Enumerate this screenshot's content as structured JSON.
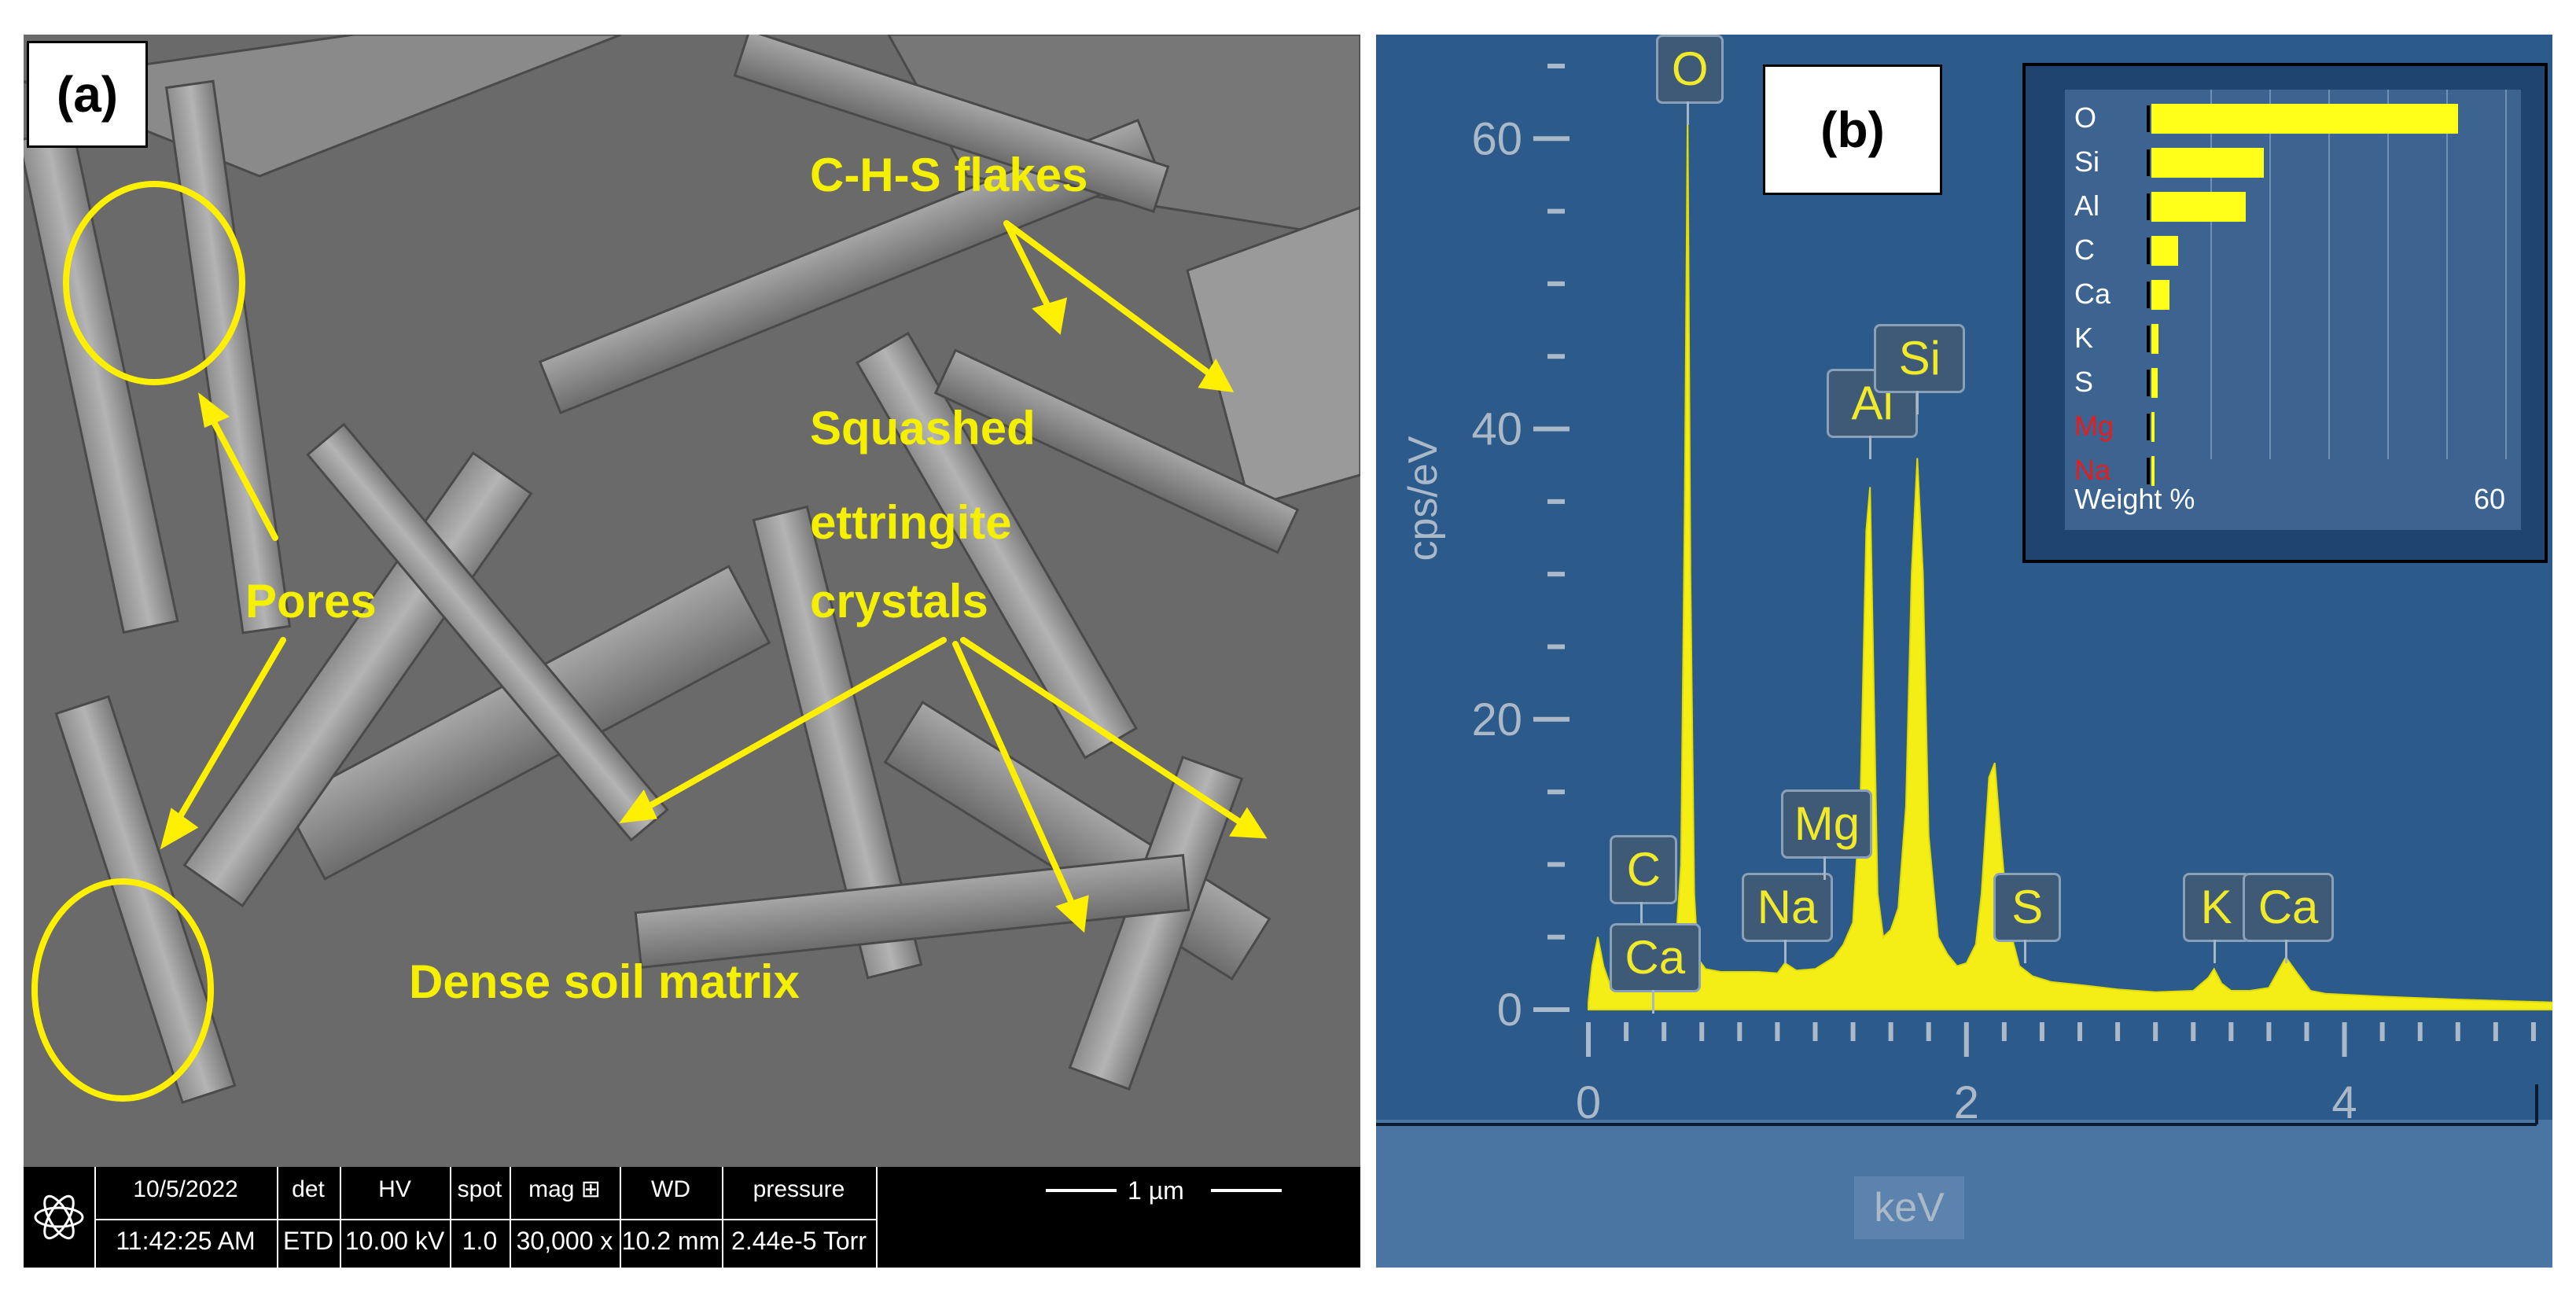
{
  "panel_a": {
    "label": "(a)",
    "annotations": {
      "csh": "C-H-S flakes",
      "ett1": "Squashed",
      "ett2": "ettringite",
      "ett3": "crystals",
      "pores": "Pores",
      "dense": "Dense soil matrix"
    },
    "databar": {
      "date": "10/5/2022",
      "time": "11:42:25 AM",
      "det_label": "det",
      "det_value": "ETD",
      "hv_label": "HV",
      "hv_value": "10.00 kV",
      "spot_label": "spot",
      "spot_value": "1.0",
      "mag_label": "mag ⊞",
      "mag_value": "30,000 x",
      "wd_label": "WD",
      "wd_value": "10.2 mm",
      "pressure_label": "pressure",
      "pressure_value": "2.44e-5 Torr",
      "scale_bar": "1 µm"
    }
  },
  "panel_b": {
    "label": "(b)"
  },
  "chart_data": [
    {
      "type": "line",
      "title": "",
      "xlabel": "keV",
      "ylabel": "cps/eV",
      "xlim": [
        0,
        5.1
      ],
      "ylim": [
        0,
        65
      ],
      "x_ticks": [
        0,
        2,
        4
      ],
      "y_ticks": [
        0,
        20,
        40,
        60
      ],
      "fill": true,
      "series": [
        {
          "x": [
            0,
            0.02,
            0.05,
            0.08,
            0.12,
            0.18,
            0.22,
            0.26,
            0.28,
            0.3,
            0.34,
            0.38,
            0.42,
            0.46,
            0.49,
            0.51,
            0.525,
            0.54,
            0.56,
            0.58,
            0.62,
            0.7,
            0.8,
            0.9,
            1.0,
            1.04,
            1.1,
            1.2,
            1.25,
            1.3,
            1.35,
            1.4,
            1.44,
            1.47,
            1.49,
            1.51,
            1.53,
            1.56,
            1.6,
            1.64,
            1.68,
            1.71,
            1.74,
            1.77,
            1.8,
            1.85,
            1.9,
            1.95,
            2.0,
            2.05,
            2.08,
            2.12,
            2.15,
            2.18,
            2.22,
            2.28,
            2.35,
            2.45,
            2.6,
            2.8,
            3.0,
            3.2,
            3.28,
            3.31,
            3.35,
            3.4,
            3.5,
            3.6,
            3.69,
            3.75,
            3.82,
            3.9,
            4.2,
            4.6,
            5.1
          ],
          "y": [
            0.5,
            3,
            5,
            3,
            1.5,
            1.8,
            2.2,
            2.8,
            2.2,
            1.6,
            2.2,
            2.6,
            3,
            4,
            10,
            35,
            62,
            30,
            8,
            3.5,
            2.8,
            2.6,
            2.6,
            2.6,
            2.5,
            3.2,
            2.7,
            2.8,
            3.2,
            3.6,
            4.5,
            6,
            15,
            33,
            36,
            22,
            8,
            5,
            5.5,
            7,
            14,
            30,
            38,
            30,
            12,
            5,
            3.8,
            3,
            3.2,
            4.5,
            8,
            16,
            17,
            12,
            6,
            3,
            2.3,
            1.9,
            1.7,
            1.4,
            1.2,
            1.3,
            2.2,
            2.8,
            1.8,
            1.3,
            1.3,
            1.5,
            3.6,
            2.5,
            1.3,
            1.1,
            0.9,
            0.7,
            0.5
          ]
        }
      ],
      "peak_labels": [
        {
          "text": "O",
          "x": 0.525,
          "y": 62
        },
        {
          "text": "C",
          "x": 0.28,
          "y": 2.8
        },
        {
          "text": "Ca",
          "x": 0.34,
          "y": 2.2
        },
        {
          "text": "Na",
          "x": 1.04,
          "y": 3.2
        },
        {
          "text": "Mg",
          "x": 1.25,
          "y": 3.2
        },
        {
          "text": "Al",
          "x": 1.49,
          "y": 36
        },
        {
          "text": "Si",
          "x": 1.74,
          "y": 38
        },
        {
          "text": "S",
          "x": 2.31,
          "y": 2.8
        },
        {
          "text": "K",
          "x": 3.31,
          "y": 2.8
        },
        {
          "text": "Ca",
          "x": 3.69,
          "y": 3.6
        }
      ]
    },
    {
      "type": "bar",
      "orientation": "horizontal",
      "title": "",
      "xlabel": "Weight %",
      "xlim": [
        0,
        60
      ],
      "x_tick_label": "60",
      "categories": [
        "O",
        "Si",
        "Al",
        "C",
        "Ca",
        "K",
        "S",
        "Mg",
        "Na"
      ],
      "values": [
        52,
        19,
        16,
        4.5,
        3,
        1.2,
        1,
        0.5,
        0.5
      ],
      "label_colors": [
        "#ffffff",
        "#ffffff",
        "#ffffff",
        "#ffffff",
        "#ffffff",
        "#ffffff",
        "#ffffff",
        "#e02020",
        "#e02020"
      ]
    }
  ]
}
